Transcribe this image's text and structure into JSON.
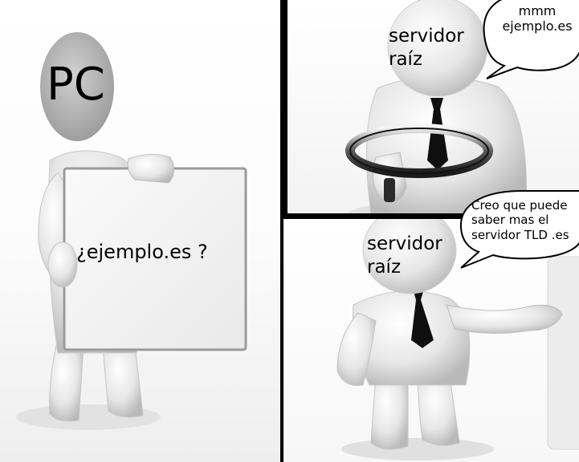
{
  "panels": {
    "left": {
      "head_label": "PC",
      "sign_text": "¿ejemplo.es ?"
    },
    "top_right": {
      "head_label": "servidor raíz",
      "bubble_text": "mmm ejemplo.es"
    },
    "bottom_right": {
      "head_label": "servidor raíz",
      "bubble_text": "Creo que puede saber mas el servidor TLD .es"
    }
  }
}
